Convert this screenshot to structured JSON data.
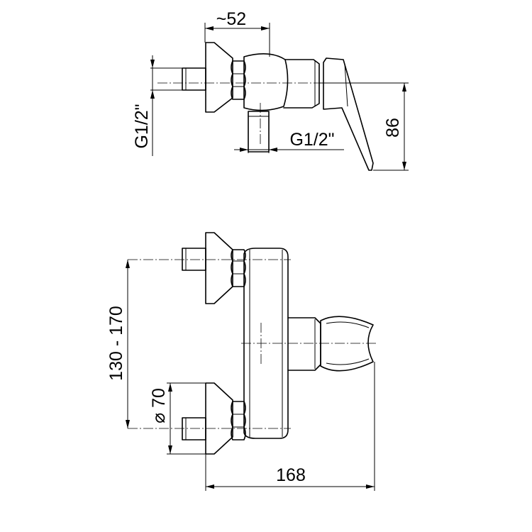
{
  "top_view": {
    "width_label": "~52",
    "inlet_thread_label": "G1/2\"",
    "outlet_thread_label": "G1/2\"",
    "height_label": "86"
  },
  "front_view": {
    "spacing_label": "130 - 170",
    "flange_diameter_label": "⌀ 70",
    "total_width_label": "168"
  }
}
